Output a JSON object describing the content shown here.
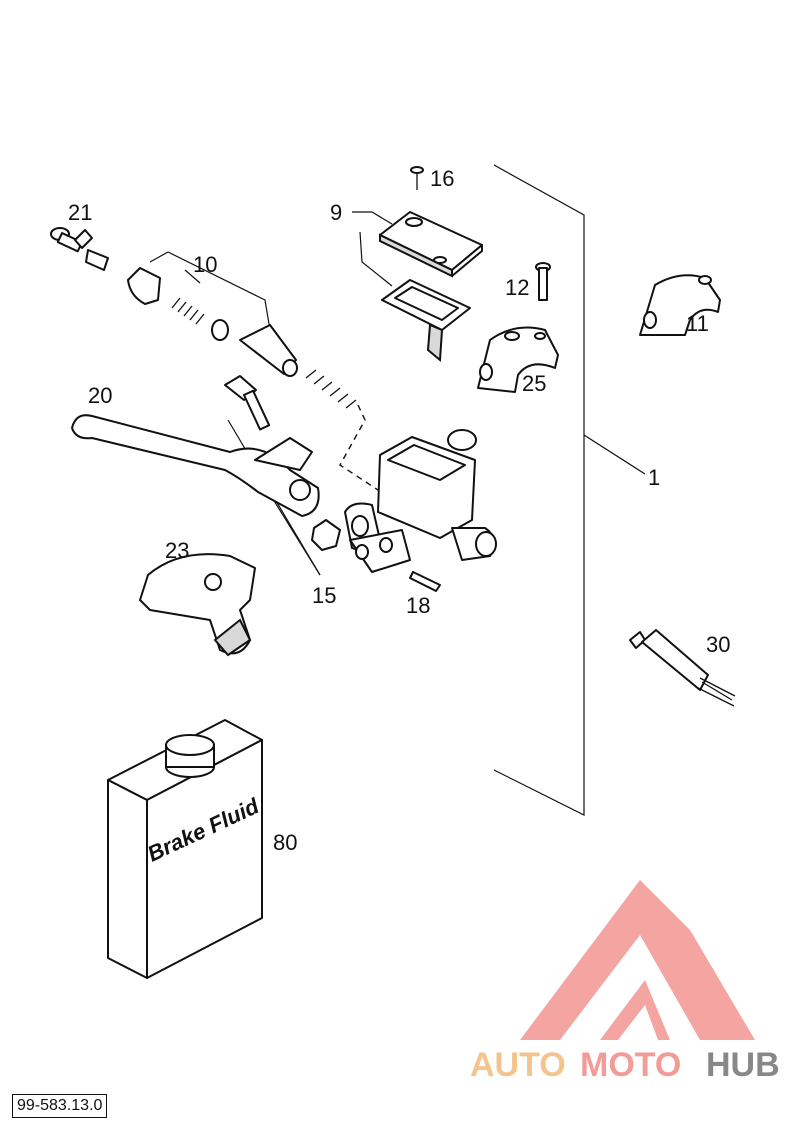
{
  "drawing_code": "99-583.13.0",
  "brand": {
    "part1": "AUTO",
    "part2": "MOTO",
    "part3": "HUB",
    "color_primary": "#f39b97",
    "color_secondary": "#f5c48c",
    "color_dark": "#888888"
  },
  "container_label": "Brake Fluid",
  "callouts": {
    "c1": "1",
    "c9": "9",
    "c10": "10",
    "c11": "11",
    "c12": "12",
    "c15": "15",
    "c16": "16",
    "c18": "18",
    "c20": "20",
    "c21": "21",
    "c23": "23",
    "c25": "25",
    "c30": "30",
    "c80": "80"
  }
}
